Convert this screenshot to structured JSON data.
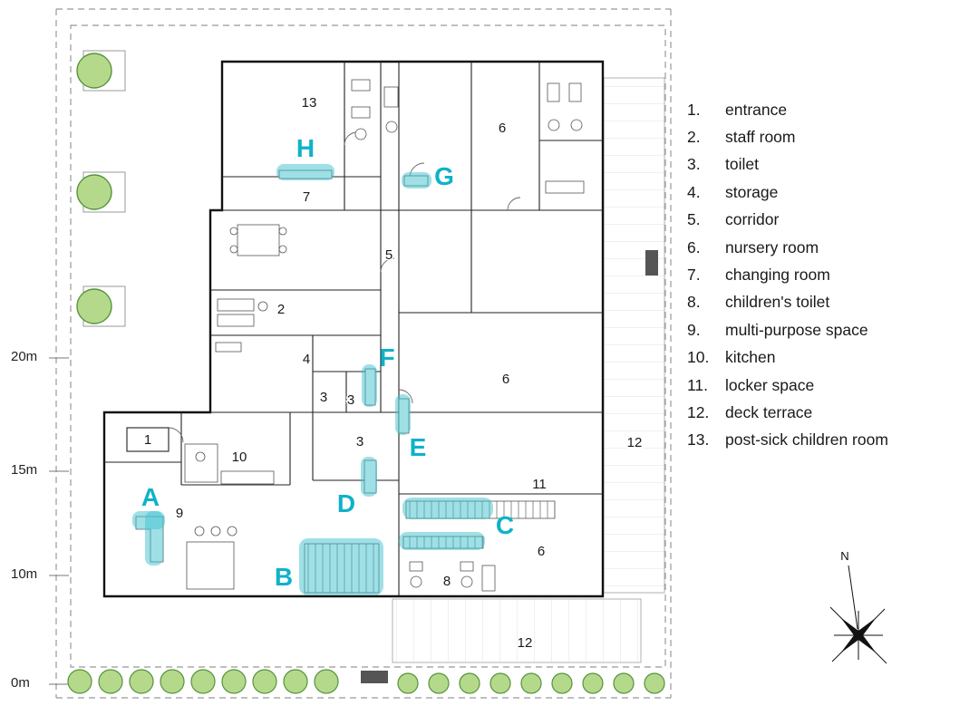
{
  "colors": {
    "accent_cyan": "#0fb2c8",
    "highlight_cyan": "#3fc1d0",
    "tree_green": "#b5d98b",
    "wall_black": "#111111",
    "site_line_gray": "#999999"
  },
  "legend": {
    "items": [
      {
        "num": "1.",
        "label": "entrance"
      },
      {
        "num": "2.",
        "label": "staff room"
      },
      {
        "num": "3.",
        "label": "toilet"
      },
      {
        "num": "4.",
        "label": "storage"
      },
      {
        "num": "5.",
        "label": "corridor"
      },
      {
        "num": "6.",
        "label": "nursery room"
      },
      {
        "num": "7.",
        "label": "changing room"
      },
      {
        "num": "8.",
        "label": "children's toilet"
      },
      {
        "num": "9.",
        "label": "multi-purpose space"
      },
      {
        "num": "10.",
        "label": "kitchen"
      },
      {
        "num": "11.",
        "label": "locker space"
      },
      {
        "num": "12.",
        "label": "deck terrace"
      },
      {
        "num": "13.",
        "label": "post-sick children room"
      }
    ]
  },
  "plan": {
    "scale": [
      "20m",
      "15m",
      "10m",
      "0m"
    ],
    "markers": [
      "A",
      "B",
      "C",
      "D",
      "E",
      "F",
      "G",
      "H"
    ],
    "rooms": [
      "13",
      "6",
      "7",
      "5",
      "2",
      "4",
      "3",
      "3",
      "3",
      "6",
      "12",
      "1",
      "10",
      "11",
      "9",
      "6",
      "8",
      "12"
    ],
    "compass_north": "N"
  }
}
